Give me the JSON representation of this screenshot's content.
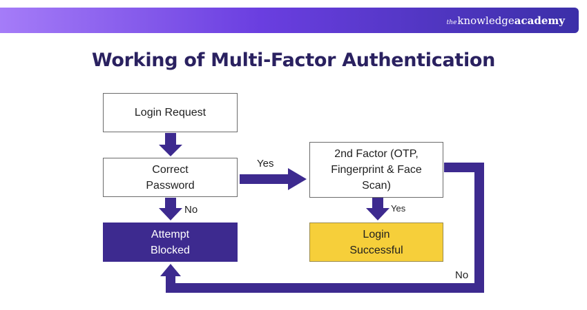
{
  "brand": {
    "prefix": "the",
    "word": "knowledge",
    "bold": "academy"
  },
  "title": "Working of Multi-Factor Authentication",
  "nodes": {
    "login_request": "Login Request",
    "correct_password": "Correct Password",
    "attempt_blocked": "Attempt Blocked",
    "second_factor": "2nd Factor (OTP, Fingerprint & Face Scan)",
    "login_successful": "Login Successful"
  },
  "edges": {
    "password_to_factor": "Yes",
    "password_to_blocked": "No",
    "factor_to_success": "Yes",
    "factor_to_blocked": "No"
  },
  "colors": {
    "arrow": "#3d2a8f",
    "blocked_fill": "#3d2a8f",
    "success_fill": "#f6cf3a",
    "title": "#2a2160"
  }
}
